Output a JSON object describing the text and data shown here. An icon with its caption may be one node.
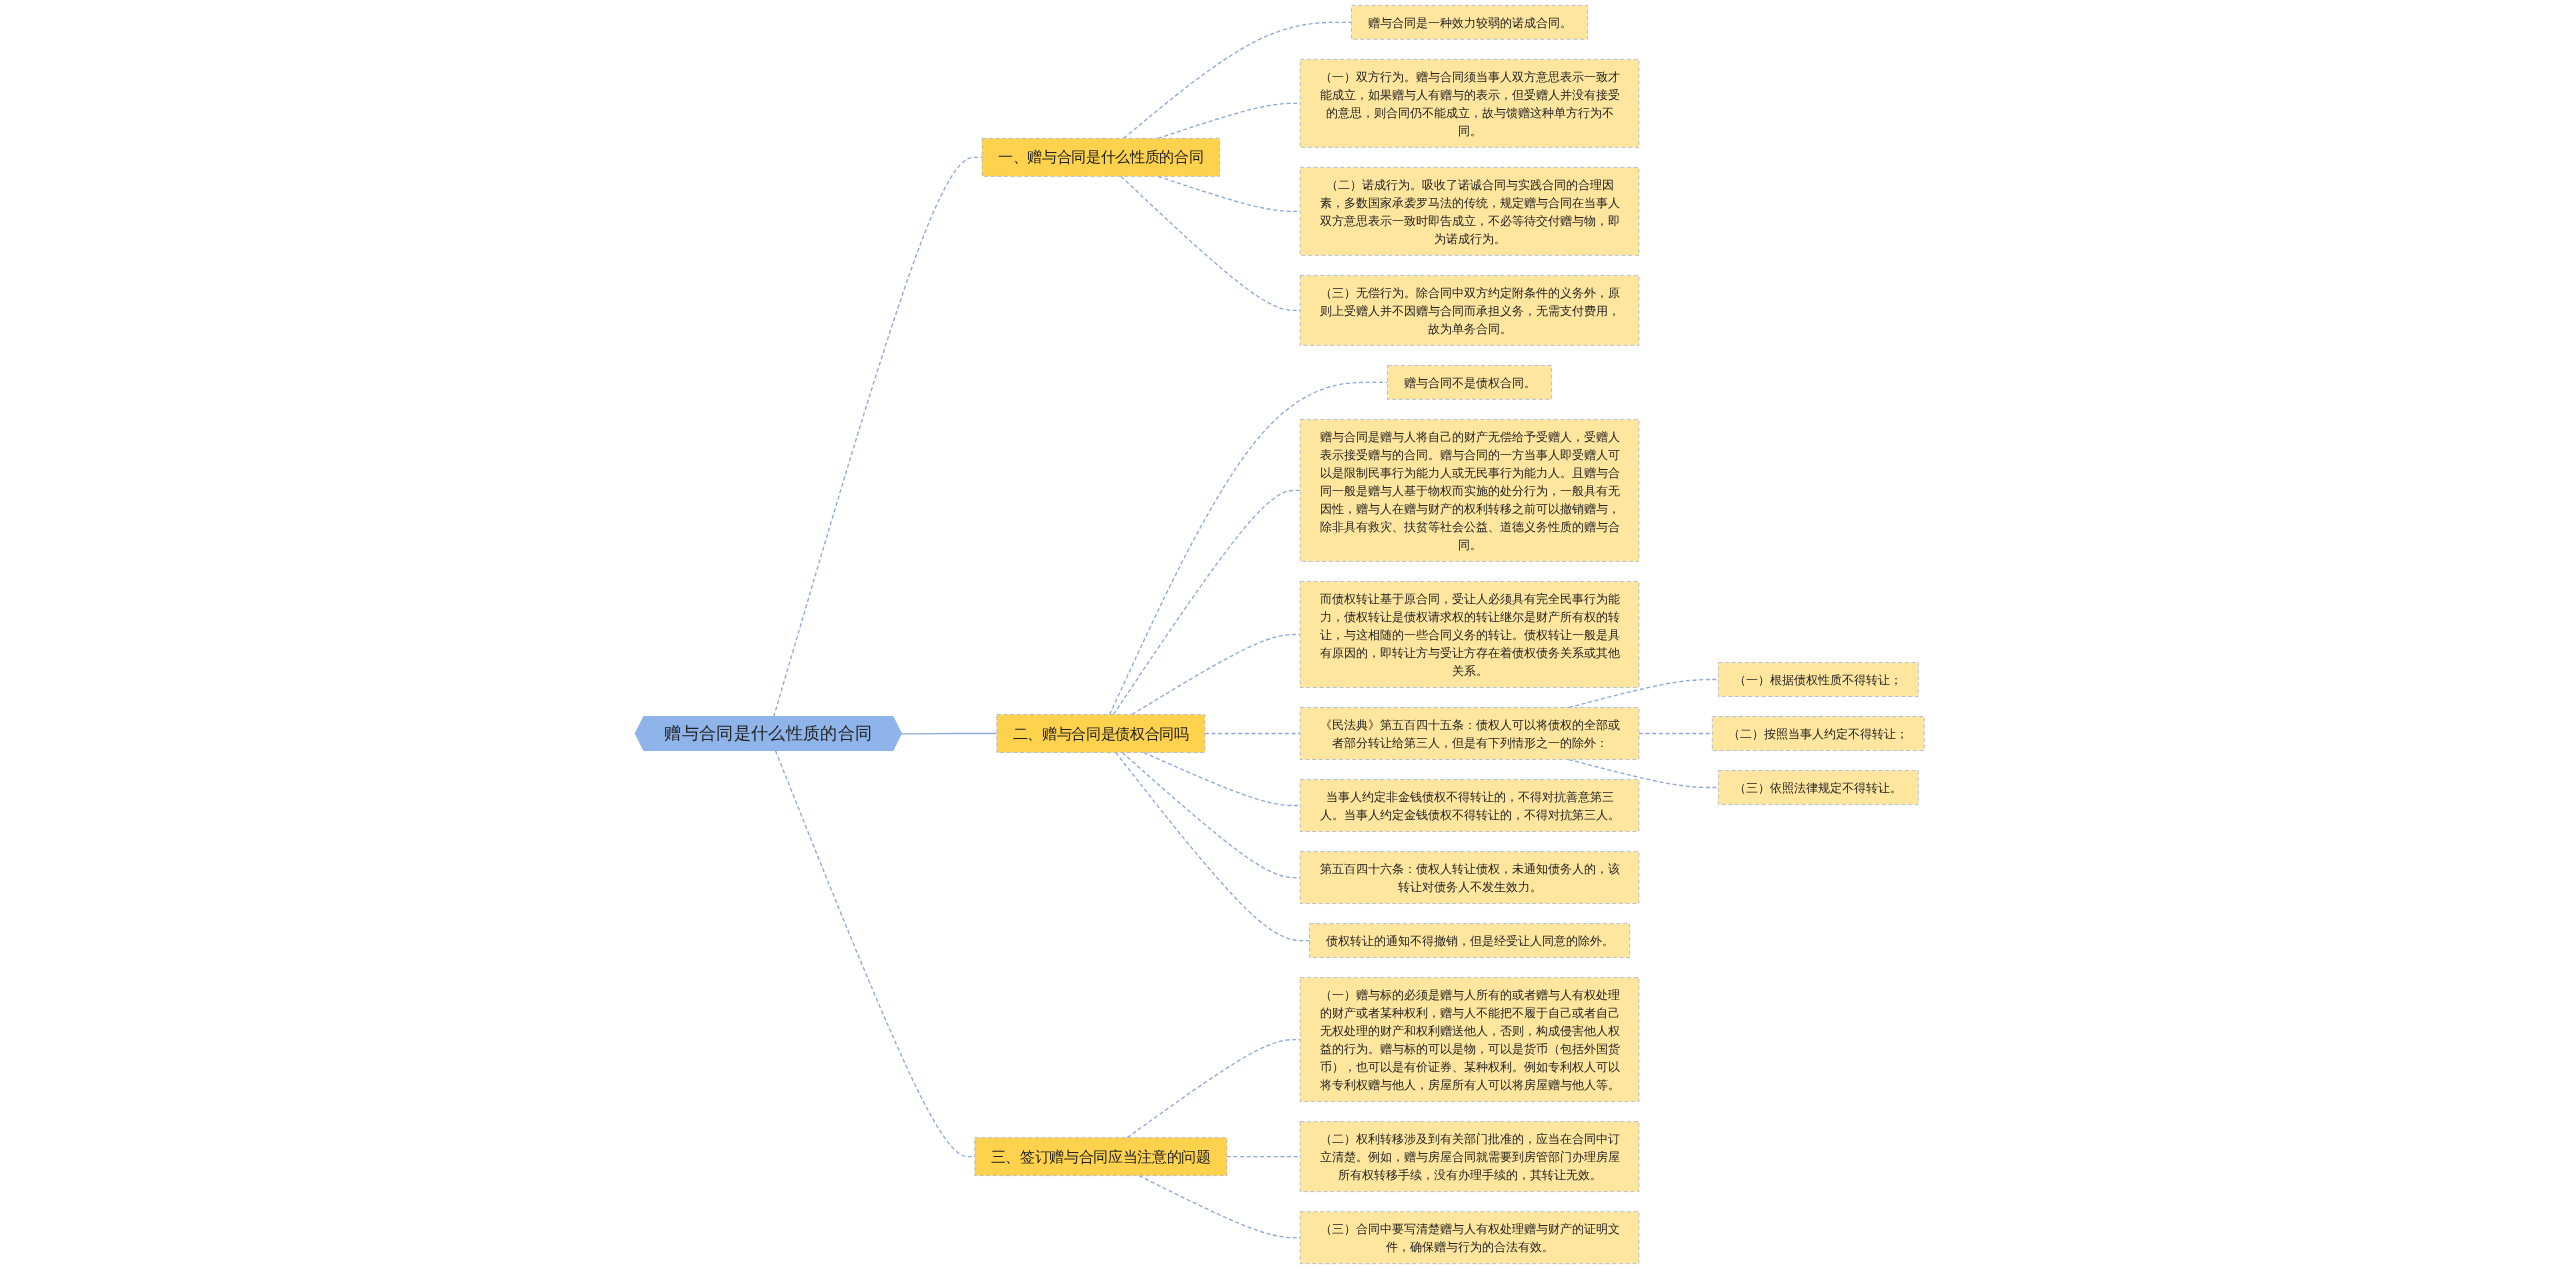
{
  "diagram": {
    "nodes": [
      {
        "text": [
          "赠与合同是什么性质的合同"
        ]
      },
      {
        "text": [
          "一、赠与合同是什么性质的合同"
        ]
      },
      {
        "text": [
          "赠与合同是一种效力较弱的诺成合同。"
        ]
      },
      {
        "text": [
          "（一）双方行为。赠与合同须当事人双方意思表示一致才能成立，如果赠与人有赠与的表示，但受赠人并没有接受的意思，则合同仍不能成立，故与馈赠这种单方行为不同。"
        ]
      },
      {
        "text": [
          "（二）诺成行为。吸收了诺诚合同与实践合同的合理因素，多数国家承袭罗马法的传统，规定赠与合同在当事人双方意思表示一致时即告成立，不必等待交付赠与物，即为诺成行为。"
        ]
      },
      {
        "text": [
          "（三）无偿行为。除合同中双方约定附条件的义务外，原则上受赠人并不因赠与合同而承担义务，无需支付费用，故为单务合同。"
        ]
      },
      {
        "text": [
          "二、赠与合同是债权合同吗"
        ]
      },
      {
        "text": [
          "赠与合同不是债权合同。"
        ]
      },
      {
        "text": [
          "赠与合同是赠与人将自己的财产无偿给予受赠人，受赠人表示接受赠与的合同。赠与合同的一方当事人即受赠人可以是限制民事行为能力人或无民事行为能力人。且赠与合同一般是赠与人基于物权而实施的处分行为，一般具有无因性，赠与人在赠与财产的权利转移之前可以撤销赠与，除非具有救灾、扶贫等社会公益、道德义务性质的赠与合同。"
        ]
      },
      {
        "text": [
          "而债权转让基于原合同，受让人必须具有完全民事行为能力，债权转让是债权请求权的转让继尔是财产所有权的转让，与这相随的一些合同义务的转让。债权转让一般是具有原因的，即转让方与受让方存在着债权债务关系或其他关系。"
        ]
      },
      {
        "text": [
          "《民法典》第五百四十五条：债权人可以将债权的全部或者部分转让给第三人，但是有下列情形之一的除外："
        ]
      },
      {
        "text": [
          "（一）根据债权性质不得转让；"
        ]
      },
      {
        "text": [
          "（二）按照当事人约定不得转让；"
        ]
      },
      {
        "text": [
          "（三）依照法律规定不得转让。"
        ]
      },
      {
        "text": [
          "当事人约定非金钱债权不得转让的，不得对抗善意第三人。当事人约定金钱债权不得转让的，不得对抗第三人。"
        ]
      },
      {
        "text": [
          "第五百四十六条：债权人转让债权，未通知债务人的，该转让对债务人不发生效力。"
        ]
      },
      {
        "text": [
          "债权转让的通知不得撤销，但是经受让人同意的除外。"
        ]
      },
      {
        "text": [
          "三、签订赠与合同应当注意的问题"
        ]
      },
      {
        "text": [
          "（一）赠与标的必须是赠与人所有的或者赠与人有权处理的财产或者某种权利，赠与人不能把不履于自己或者自己无权处理的财产和权利赠送他人，否则，构成侵害他人权益的行为。赠与标的可以是物，可以是货币（包括外国货币），也可以是有价证券、某种权利。例如专利权人可以将专利权赠与他人，房屋所有人可以将房屋赠与他人等。"
        ]
      },
      {
        "text": [
          "（二）权利转移涉及到有关部门批准的，应当在合同中订立清楚。例如，赠与房屋合同就需要到房管部门办理房屋所有权转移手续，没有办理手续的，其转让无效。"
        ]
      },
      {
        "text": [
          "（三）合同中要写清楚赠与人有权处理赠与财产的证明文件，确保赠与行为的合法有效。"
        ]
      }
    ],
    "edges": [
      {
        "from": 0,
        "to": 1,
        "arrow": "none",
        "style": "dashed"
      },
      {
        "from": 1,
        "to": 2,
        "arrow": "none",
        "style": "dashed"
      },
      {
        "from": 1,
        "to": 3,
        "arrow": "none",
        "style": "dashed"
      },
      {
        "from": 1,
        "to": 4,
        "arrow": "none",
        "style": "dashed"
      },
      {
        "from": 1,
        "to": 5,
        "arrow": "none",
        "style": "dashed"
      },
      {
        "from": 0,
        "to": 6,
        "arrow": "none"
      },
      {
        "from": 6,
        "to": 7,
        "arrow": "none",
        "style": "dashed"
      },
      {
        "from": 6,
        "to": 8,
        "arrow": "none",
        "style": "dashed"
      },
      {
        "from": 6,
        "to": 9,
        "arrow": "none",
        "style": "dashed"
      },
      {
        "from": 6,
        "to": 10,
        "arrow": "none",
        "style": "dashed"
      },
      {
        "from": 10,
        "to": 11,
        "arrow": "none",
        "style": "dashed"
      },
      {
        "from": 10,
        "to": 12,
        "arrow": "none",
        "style": "dashed"
      },
      {
        "from": 10,
        "to": 13,
        "arrow": "none",
        "style": "dashed"
      },
      {
        "from": 6,
        "to": 14,
        "arrow": "none",
        "style": "dashed"
      },
      {
        "from": 6,
        "to": 15,
        "arrow": "none",
        "style": "dashed"
      },
      {
        "from": 6,
        "to": 16,
        "arrow": "none",
        "style": "dashed"
      },
      {
        "from": 0,
        "to": 17,
        "arrow": "none",
        "style": "dashed"
      },
      {
        "from": 17,
        "to": 18,
        "arrow": "none",
        "style": "dashed"
      },
      {
        "from": 17,
        "to": 19,
        "arrow": "none",
        "style": "dashed"
      },
      {
        "from": 17,
        "to": 20,
        "arrow": "none",
        "style": "dashed"
      }
    ]
  }
}
